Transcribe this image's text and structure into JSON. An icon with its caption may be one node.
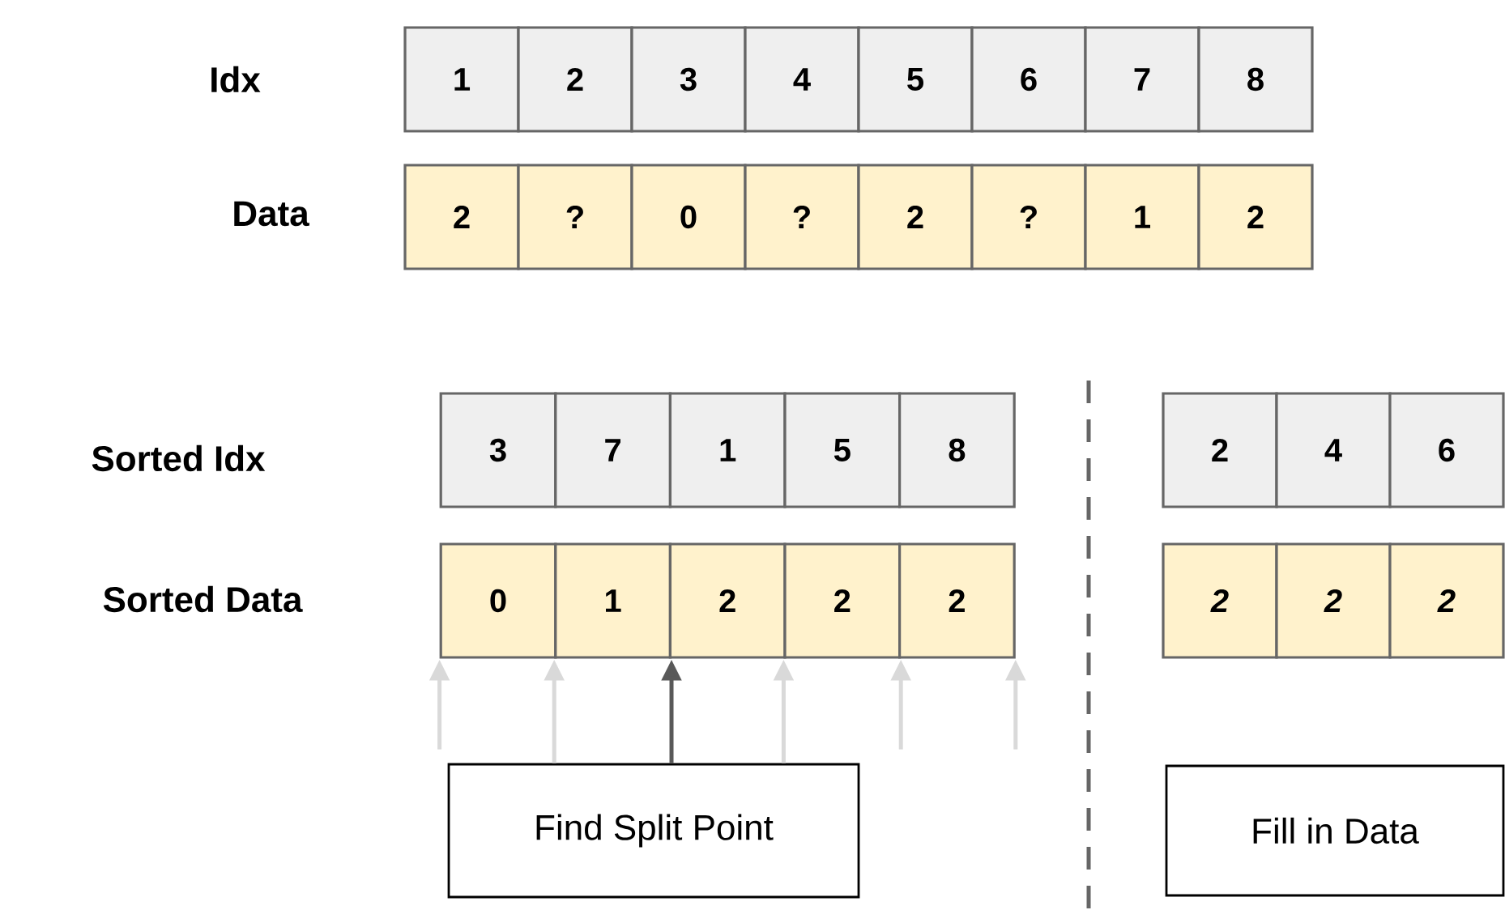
{
  "diagram": {
    "nodes": [
      {
        "text": [
          "1"
        ]
      },
      {
        "text": [
          "2"
        ]
      },
      {
        "text": [
          "3"
        ]
      },
      {
        "text": [
          "4"
        ]
      },
      {
        "text": [
          "5"
        ]
      },
      {
        "text": [
          "6"
        ]
      },
      {
        "text": [
          "7"
        ]
      },
      {
        "text": [
          "8"
        ]
      },
      {
        "text": [
          "2"
        ]
      },
      {
        "text": [
          "?"
        ]
      },
      {
        "text": [
          "0"
        ]
      },
      {
        "text": [
          "?"
        ]
      },
      {
        "text": [
          "2"
        ]
      },
      {
        "text": [
          "?"
        ]
      },
      {
        "text": [
          "1"
        ]
      },
      {
        "text": [
          "2"
        ]
      },
      {
        "text": [
          "3"
        ]
      },
      {
        "text": [
          "7"
        ]
      },
      {
        "text": [
          "1"
        ]
      },
      {
        "text": [
          "5"
        ]
      },
      {
        "text": [
          "8"
        ]
      },
      {
        "text": [
          "0"
        ]
      },
      {
        "text": [
          "1"
        ]
      },
      {
        "text": [
          "2"
        ]
      },
      {
        "text": [
          "2"
        ]
      },
      {
        "text": [
          "2"
        ]
      },
      {
        "text": [
          "2"
        ]
      },
      {
        "text": [
          "4"
        ]
      },
      {
        "text": [
          "6"
        ]
      },
      {
        "text": [
          "2"
        ]
      },
      {
        "text": [
          "2"
        ]
      },
      {
        "text": [
          "2"
        ]
      },
      {
        "text": [
          "Find Split Point"
        ]
      },
      {
        "text": [
          "Fill in Data"
        ]
      }
    ],
    "edges": [
      {
        "from": null,
        "to": 21,
        "arrow": "to"
      },
      {
        "from": 32,
        "to": 22,
        "arrow": "to"
      },
      {
        "from": 32,
        "to": 22,
        "arrow": "to",
        "color": "#595959"
      },
      {
        "from": 32,
        "to": 24,
        "arrow": "to"
      },
      {
        "from": null,
        "to": 24,
        "arrow": "to"
      },
      {
        "from": null,
        "to": 25,
        "arrow": "to"
      }
    ],
    "labels": [
      "Idx",
      "Data",
      "Sorted Idx",
      "Sorted Data"
    ]
  }
}
